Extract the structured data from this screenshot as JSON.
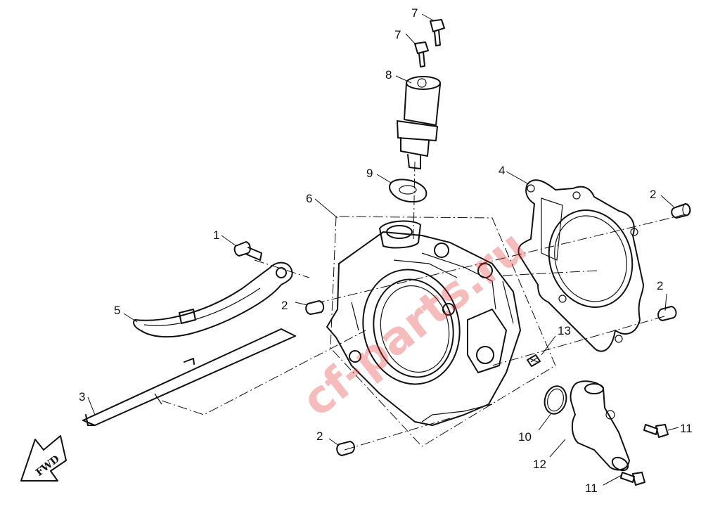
{
  "diagram": {
    "labels": [
      {
        "id": "l7a",
        "text": "7"
      },
      {
        "id": "l7b",
        "text": "7"
      },
      {
        "id": "l8",
        "text": "8"
      },
      {
        "id": "l9",
        "text": "9"
      },
      {
        "id": "l4",
        "text": "4"
      },
      {
        "id": "l2a",
        "text": "2"
      },
      {
        "id": "l6",
        "text": "6"
      },
      {
        "id": "l1",
        "text": "1"
      },
      {
        "id": "l2b",
        "text": "2"
      },
      {
        "id": "l2c",
        "text": "2"
      },
      {
        "id": "l5",
        "text": "5"
      },
      {
        "id": "l13",
        "text": "13"
      },
      {
        "id": "l3",
        "text": "3"
      },
      {
        "id": "l10",
        "text": "10"
      },
      {
        "id": "l11a",
        "text": "11"
      },
      {
        "id": "l2d",
        "text": "2"
      },
      {
        "id": "l12",
        "text": "12"
      },
      {
        "id": "l11b",
        "text": "11"
      }
    ],
    "fwd_label": "FWD",
    "watermark": "cf-parts.ru"
  }
}
